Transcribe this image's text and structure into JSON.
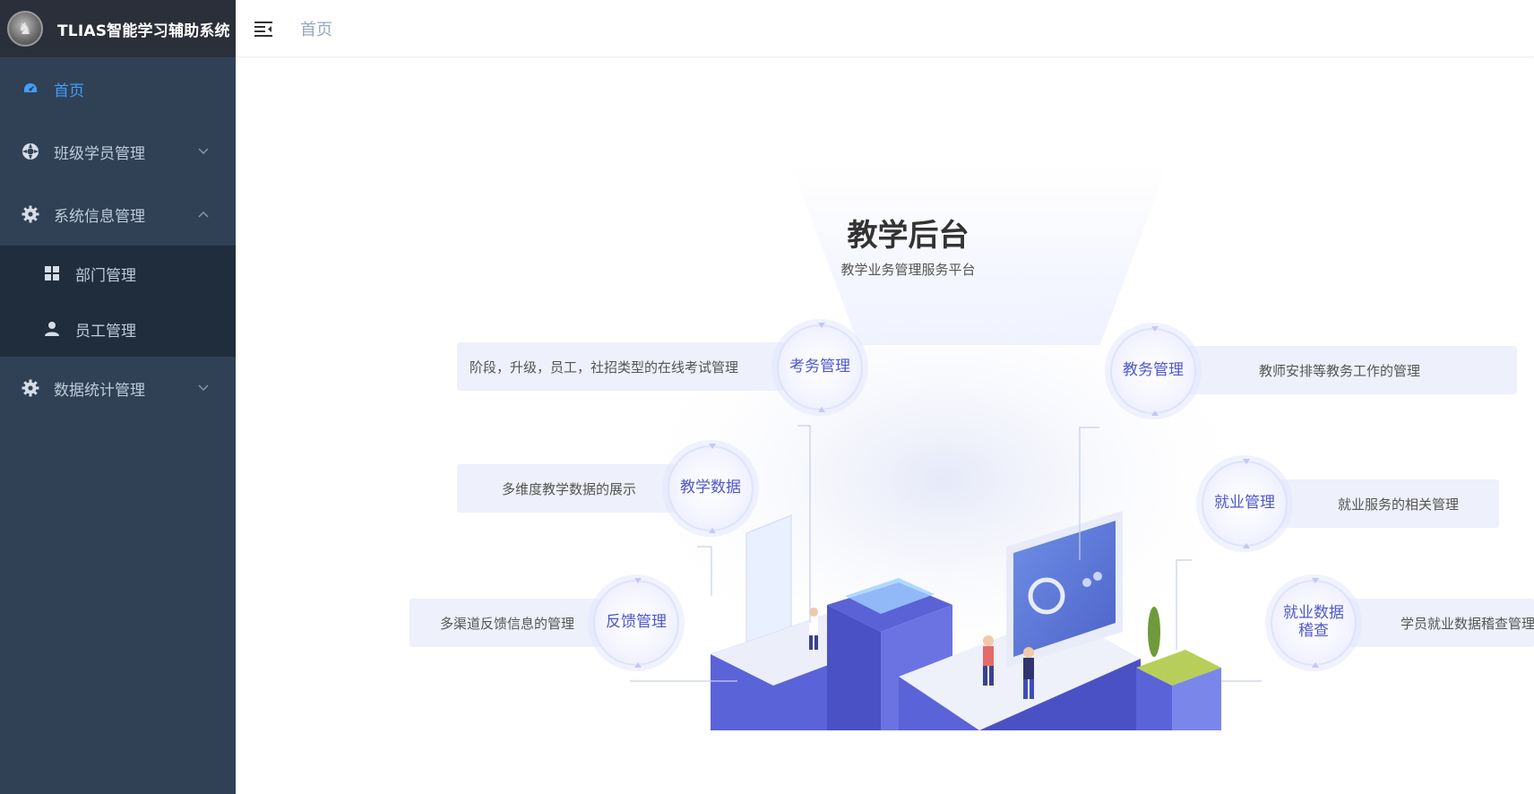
{
  "brand": {
    "title": "TLIAS智能学习辅助系统",
    "logo_icon": "horse-logo-icon"
  },
  "sidebar": {
    "items": [
      {
        "label": "首页",
        "icon": "dashboard-icon",
        "active": true
      },
      {
        "label": "班级学员管理",
        "icon": "life-ring-icon",
        "arrow": "chevron-down"
      },
      {
        "label": "系统信息管理",
        "icon": "gear-icon",
        "arrow": "chevron-up",
        "children": [
          {
            "label": "部门管理",
            "icon": "grid-icon"
          },
          {
            "label": "员工管理",
            "icon": "user-icon"
          }
        ]
      },
      {
        "label": "数据统计管理",
        "icon": "gear-icon",
        "arrow": "chevron-down"
      }
    ]
  },
  "header": {
    "breadcrumb": "首页",
    "toggle_icon": "menu-fold-icon"
  },
  "hero": {
    "title": "教学后台",
    "subtitle": "教学业务管理服务平台"
  },
  "modules": {
    "exam": {
      "name": "考务管理",
      "desc": "阶段，升级，员工，社招类型的在线考试管理"
    },
    "data": {
      "name": "教学数据",
      "desc": "多维度教学数据的展示"
    },
    "feedback": {
      "name": "反馈管理",
      "desc": "多渠道反馈信息的管理"
    },
    "academic": {
      "name": "教务管理",
      "desc": "教师安排等教务工作的管理"
    },
    "employment": {
      "name": "就业管理",
      "desc": "就业服务的相关管理"
    },
    "audit": {
      "name": "就业数据稽查",
      "desc": "学员就业数据稽查管理"
    }
  },
  "colors": {
    "sidebar_bg": "#304156",
    "brand_bg": "#2b2f3a",
    "active": "#409eff",
    "menu_text": "#bfcbd9",
    "module_text": "#4f57c9"
  }
}
